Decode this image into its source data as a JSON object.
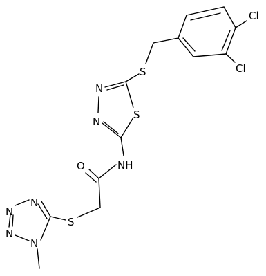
{
  "atoms": {
    "cl_top": "Cl",
    "cl_right": "Cl",
    "s_thioether_top": "S",
    "n_thiadiazole_upper": "N",
    "n_thiadiazole_lower": "N",
    "s_thiadiazole": "S",
    "nh_amide": "NH",
    "o_carbonyl": "O",
    "s_thioether_bottom": "S",
    "n_tetrazole_1": "N",
    "n_tetrazole_2": "N",
    "n_tetrazole_3": "N",
    "n_tetrazole_4": "N"
  },
  "colors": {
    "ink": "#000000",
    "background": "#ffffff"
  }
}
